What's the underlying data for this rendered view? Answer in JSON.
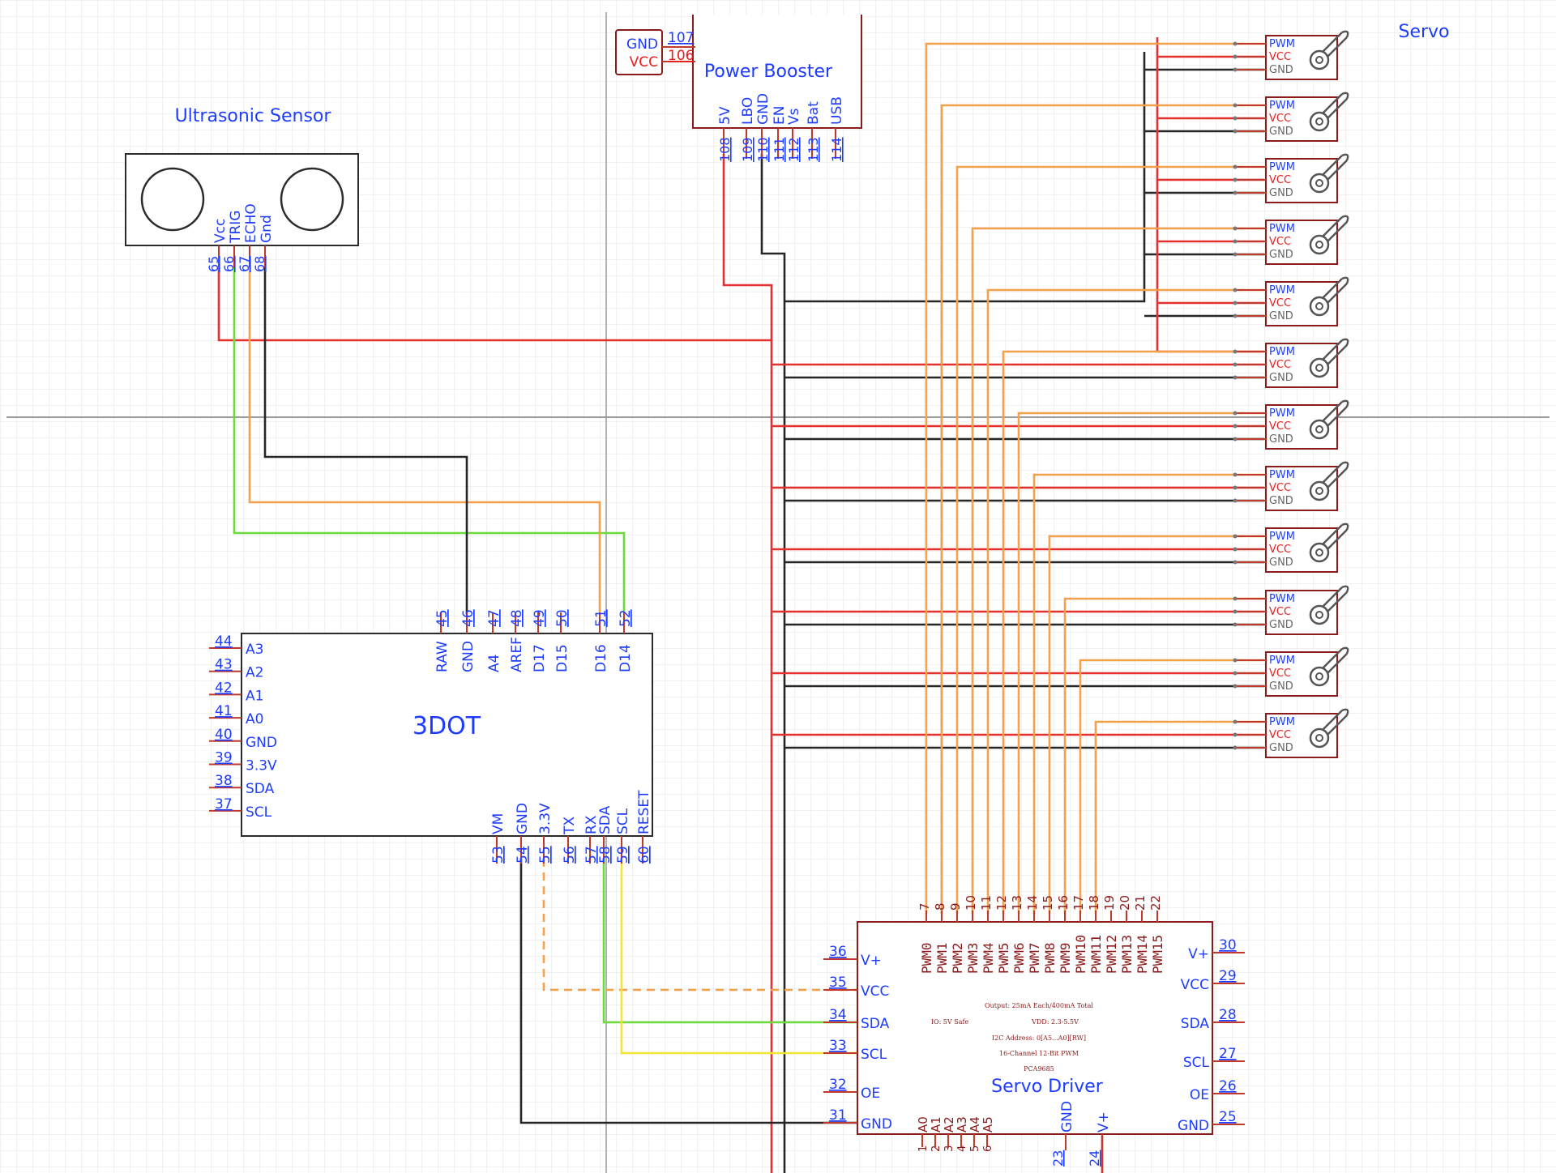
{
  "colors": {
    "wire_red": "#e53030",
    "wire_black": "#262626",
    "wire_orange": "#f5a04b",
    "wire_green": "#6bdc3c",
    "wire_yellow": "#f2e534",
    "component_outline": "#8b1a1a",
    "pin_red": "#c0392b",
    "text_blue": "#1e3cff",
    "text_red": "#e81c1c",
    "grid": "#e3e3e3"
  },
  "ultrasonic": {
    "title": "Ultrasonic Sensor",
    "pins": [
      {
        "name": "Vcc",
        "num": "65"
      },
      {
        "name": "TRIG",
        "num": "66"
      },
      {
        "name": "ECHO",
        "num": "67"
      },
      {
        "name": "Gnd",
        "num": "68"
      }
    ]
  },
  "power_booster": {
    "title": "Power Booster",
    "side_pins": [
      {
        "name": "GND",
        "num": "107"
      },
      {
        "name": "VCC",
        "num": "106"
      }
    ],
    "bottom_pins": [
      {
        "name": "5V",
        "num": "108"
      },
      {
        "name": "LBO",
        "num": "109"
      },
      {
        "name": "GND",
        "num": "110"
      },
      {
        "name": "EN",
        "num": "111"
      },
      {
        "name": "Vs",
        "num": "112"
      },
      {
        "name": "Bat",
        "num": "113"
      },
      {
        "name": "USB",
        "num": "114"
      }
    ]
  },
  "dot3": {
    "title": "3DOT",
    "top_pins": [
      {
        "name": "RAW",
        "num": "45"
      },
      {
        "name": "GND",
        "num": "46"
      },
      {
        "name": "A4",
        "num": "47"
      },
      {
        "name": "AREF",
        "num": "48"
      },
      {
        "name": "D17",
        "num": "49"
      },
      {
        "name": "D15",
        "num": "50"
      },
      {
        "name": "D16",
        "num": "51"
      },
      {
        "name": "D14",
        "num": "52"
      }
    ],
    "left_pins": [
      {
        "name": "A3",
        "num": "44"
      },
      {
        "name": "A2",
        "num": "43"
      },
      {
        "name": "A1",
        "num": "42"
      },
      {
        "name": "A0",
        "num": "41"
      },
      {
        "name": "GND",
        "num": "40"
      },
      {
        "name": "3.3V",
        "num": "39"
      },
      {
        "name": "SDA",
        "num": "38"
      },
      {
        "name": "SCL",
        "num": "37"
      }
    ],
    "bottom_pins": [
      {
        "name": "VM",
        "num": "53"
      },
      {
        "name": "GND",
        "num": "54"
      },
      {
        "name": "3.3V",
        "num": "55"
      },
      {
        "name": "TX",
        "num": "56"
      },
      {
        "name": "RX",
        "num": "57"
      },
      {
        "name": "SDA",
        "num": "58"
      },
      {
        "name": "SCL",
        "num": "59"
      },
      {
        "name": "RESET",
        "num": "60"
      }
    ]
  },
  "servo_driver": {
    "title": "Servo Driver",
    "pwm_pins": [
      {
        "name": "PWM0",
        "num": "7"
      },
      {
        "name": "PWM1",
        "num": "8"
      },
      {
        "name": "PWM2",
        "num": "9"
      },
      {
        "name": "PWM3",
        "num": "10"
      },
      {
        "name": "PWM4",
        "num": "11"
      },
      {
        "name": "PWM5",
        "num": "12"
      },
      {
        "name": "PWM6",
        "num": "13"
      },
      {
        "name": "PWM7",
        "num": "14"
      },
      {
        "name": "PWM8",
        "num": "15"
      },
      {
        "name": "PWM9",
        "num": "16"
      },
      {
        "name": "PWM10",
        "num": "17"
      },
      {
        "name": "PWM11",
        "num": "18"
      },
      {
        "name": "PWM12",
        "num": "19"
      },
      {
        "name": "PWM13",
        "num": "20"
      },
      {
        "name": "PWM14",
        "num": "21"
      },
      {
        "name": "PWM15",
        "num": "22"
      }
    ],
    "left_pins": [
      {
        "name": "V+",
        "num": "36"
      },
      {
        "name": "VCC",
        "num": "35"
      },
      {
        "name": "SDA",
        "num": "34"
      },
      {
        "name": "SCL",
        "num": "33"
      },
      {
        "name": "OE",
        "num": "32"
      },
      {
        "name": "GND",
        "num": "31"
      }
    ],
    "right_pins": [
      {
        "name": "V+",
        "num": "30"
      },
      {
        "name": "VCC",
        "num": "29"
      },
      {
        "name": "SDA",
        "num": "28"
      },
      {
        "name": "SCL",
        "num": "27"
      },
      {
        "name": "OE",
        "num": "26"
      },
      {
        "name": "GND",
        "num": "25"
      }
    ],
    "bottom_addr_pins": [
      {
        "name": "A0",
        "num": "1"
      },
      {
        "name": "A1",
        "num": "2"
      },
      {
        "name": "A2",
        "num": "3"
      },
      {
        "name": "A3",
        "num": "4"
      },
      {
        "name": "A4",
        "num": "5"
      },
      {
        "name": "A5",
        "num": "6"
      }
    ],
    "bottom_power_pins": [
      {
        "name": "GND",
        "num": "23"
      },
      {
        "name": "V+",
        "num": "24"
      }
    ],
    "fine_print": [
      "Output: 25mA Each/400mA Total",
      "IO: 5V Safe",
      "VDD: 2.3-5.5V",
      "I2C Address: 0[A5...A0][RW]",
      "16-Channel 12-Bit PWM",
      "PCA9685"
    ]
  },
  "servos": {
    "title": "Servo",
    "count": 12,
    "pin_labels": [
      "PWM",
      "VCC",
      "GND"
    ]
  }
}
